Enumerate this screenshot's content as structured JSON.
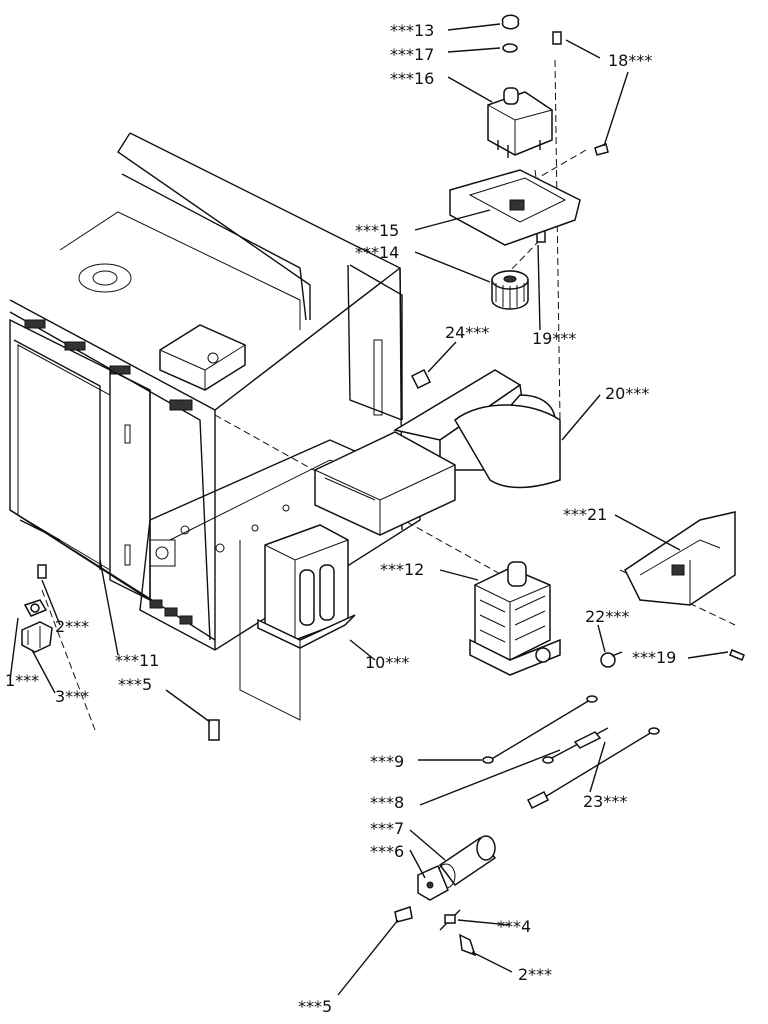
{
  "callouts": [
    {
      "id": "c13",
      "text": "***13"
    },
    {
      "id": "c17",
      "text": "***17"
    },
    {
      "id": "c16",
      "text": "***16"
    },
    {
      "id": "c18",
      "text": "18***"
    },
    {
      "id": "c15",
      "text": "***15"
    },
    {
      "id": "c14",
      "text": "***14"
    },
    {
      "id": "c24",
      "text": "24***"
    },
    {
      "id": "c19a",
      "text": "19***"
    },
    {
      "id": "c20",
      "text": "20***"
    },
    {
      "id": "c21",
      "text": "***21"
    },
    {
      "id": "c12",
      "text": "***12"
    },
    {
      "id": "c22",
      "text": "22***"
    },
    {
      "id": "c19b",
      "text": "***19"
    },
    {
      "id": "c2a",
      "text": "2***"
    },
    {
      "id": "c11",
      "text": "***11"
    },
    {
      "id": "c10",
      "text": "10***"
    },
    {
      "id": "c1",
      "text": "1***"
    },
    {
      "id": "c3",
      "text": "3***"
    },
    {
      "id": "c5a",
      "text": "***5"
    },
    {
      "id": "c9",
      "text": "***9"
    },
    {
      "id": "c8",
      "text": "***8"
    },
    {
      "id": "c23",
      "text": "23***"
    },
    {
      "id": "c7",
      "text": "***7"
    },
    {
      "id": "c6",
      "text": "***6"
    },
    {
      "id": "c4",
      "text": "***4"
    },
    {
      "id": "c2b",
      "text": "2***"
    },
    {
      "id": "c5b",
      "text": "***5"
    }
  ]
}
